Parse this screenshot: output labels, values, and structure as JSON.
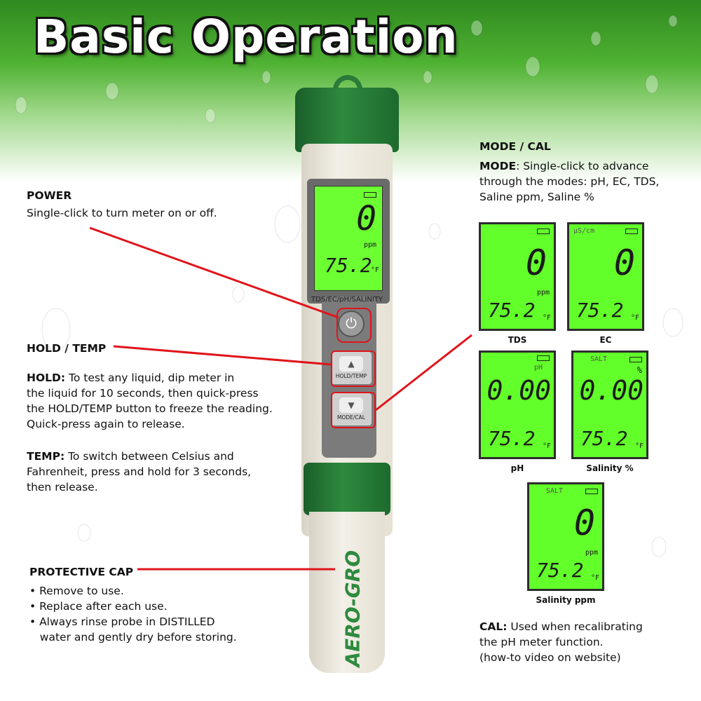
{
  "title": "Basic Operation",
  "power": {
    "heading": "POWER",
    "text": "Single-click to turn meter on or off."
  },
  "hold_temp": {
    "heading": "HOLD / TEMP",
    "hold_label": "HOLD:",
    "hold_lines": [
      "To test any liquid, dip meter in",
      "the liquid for 10 seconds, then quick-press",
      "the HOLD/TEMP button to freeze the reading.",
      "Quick-press again to release."
    ],
    "temp_label": "TEMP:",
    "temp_lines": [
      "To switch between Celsius and",
      "Fahrenheit, press and hold for 3 seconds,",
      "then release."
    ]
  },
  "cap": {
    "heading": "PROTECTIVE CAP",
    "bullets": [
      "• Remove to use.",
      "• Replace after each use.",
      "• Always rinse probe in DISTILLED",
      "   water and gently dry before storing."
    ]
  },
  "mode_cal": {
    "heading": "MODE / CAL",
    "mode_label": "MODE",
    "mode_lines": [
      ": Single-click to advance",
      "through the modes: pH, EC, TDS,",
      "Saline ppm, Saline %"
    ],
    "cal_label": "CAL:",
    "cal_lines": [
      " Used when recalibrating",
      "the pH meter function.",
      "(how-to video on website)"
    ]
  },
  "meter": {
    "model_label": "TDS/EC/pH/SALINITY",
    "hold_button": "HOLD/TEMP",
    "mode_button": "MODE/CAL",
    "brand": "AERO-GRO",
    "main_display": {
      "value": "0",
      "unit": "ppm",
      "temp": "75.2",
      "temp_unit": "°F"
    }
  },
  "screens": [
    {
      "caption": "TDS",
      "mode_tag": "",
      "value": "0",
      "unit": "ppm",
      "temp": "75.2",
      "temp_unit": "°F"
    },
    {
      "caption": "EC",
      "mode_tag": "µS/cm",
      "value": "0",
      "unit": "",
      "temp": "75.2",
      "temp_unit": "°F"
    },
    {
      "caption": "pH",
      "mode_tag": "pH",
      "value": "0.00",
      "unit": "",
      "temp": "75.2",
      "temp_unit": "°F"
    },
    {
      "caption": "Salinity %",
      "mode_tag": "SALT",
      "value": "0.00",
      "unit": "%",
      "temp": "75.2",
      "temp_unit": "°F"
    },
    {
      "caption": "Salinity ppm",
      "mode_tag": "SALT",
      "value": "0",
      "unit": "ppm",
      "temp": "75.2",
      "temp_unit": "°F"
    }
  ],
  "colors": {
    "accent_green": "#2e8a3e",
    "lcd_green": "#62ff2a",
    "callout_red": "#e0141a"
  }
}
